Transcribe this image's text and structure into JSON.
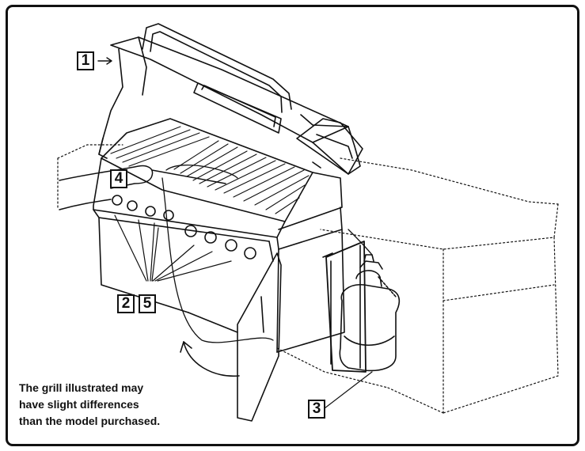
{
  "callouts": {
    "c1": "1",
    "c2": "2",
    "c3": "3",
    "c4": "4",
    "c5": "5"
  },
  "note": {
    "line1": "The grill illustrated may",
    "line2": "have slight differences",
    "line3": "than the model purchased."
  }
}
